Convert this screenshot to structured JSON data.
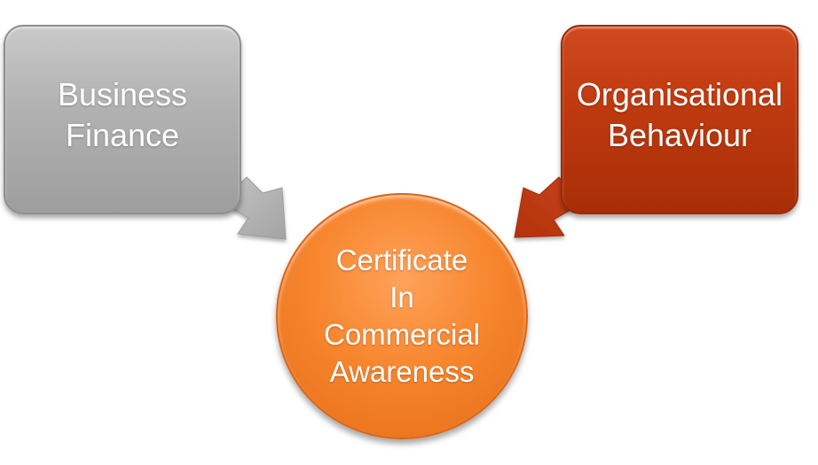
{
  "diagram": {
    "left_box": {
      "label": "Business\nFinance",
      "color": "#b3b3b3"
    },
    "right_box": {
      "label": "Organisational\nBehaviour",
      "color": "#c13a10"
    },
    "center_circle": {
      "label": "Certificate\nIn\nCommercial\nAwareness",
      "color": "#f7862e"
    },
    "arrows": [
      {
        "from": "Business Finance",
        "to": "Certificate In Commercial Awareness",
        "color": "#b3b3b3"
      },
      {
        "from": "Organisational Behaviour",
        "to": "Certificate In Commercial Awareness",
        "color": "#c13a10"
      }
    ]
  }
}
